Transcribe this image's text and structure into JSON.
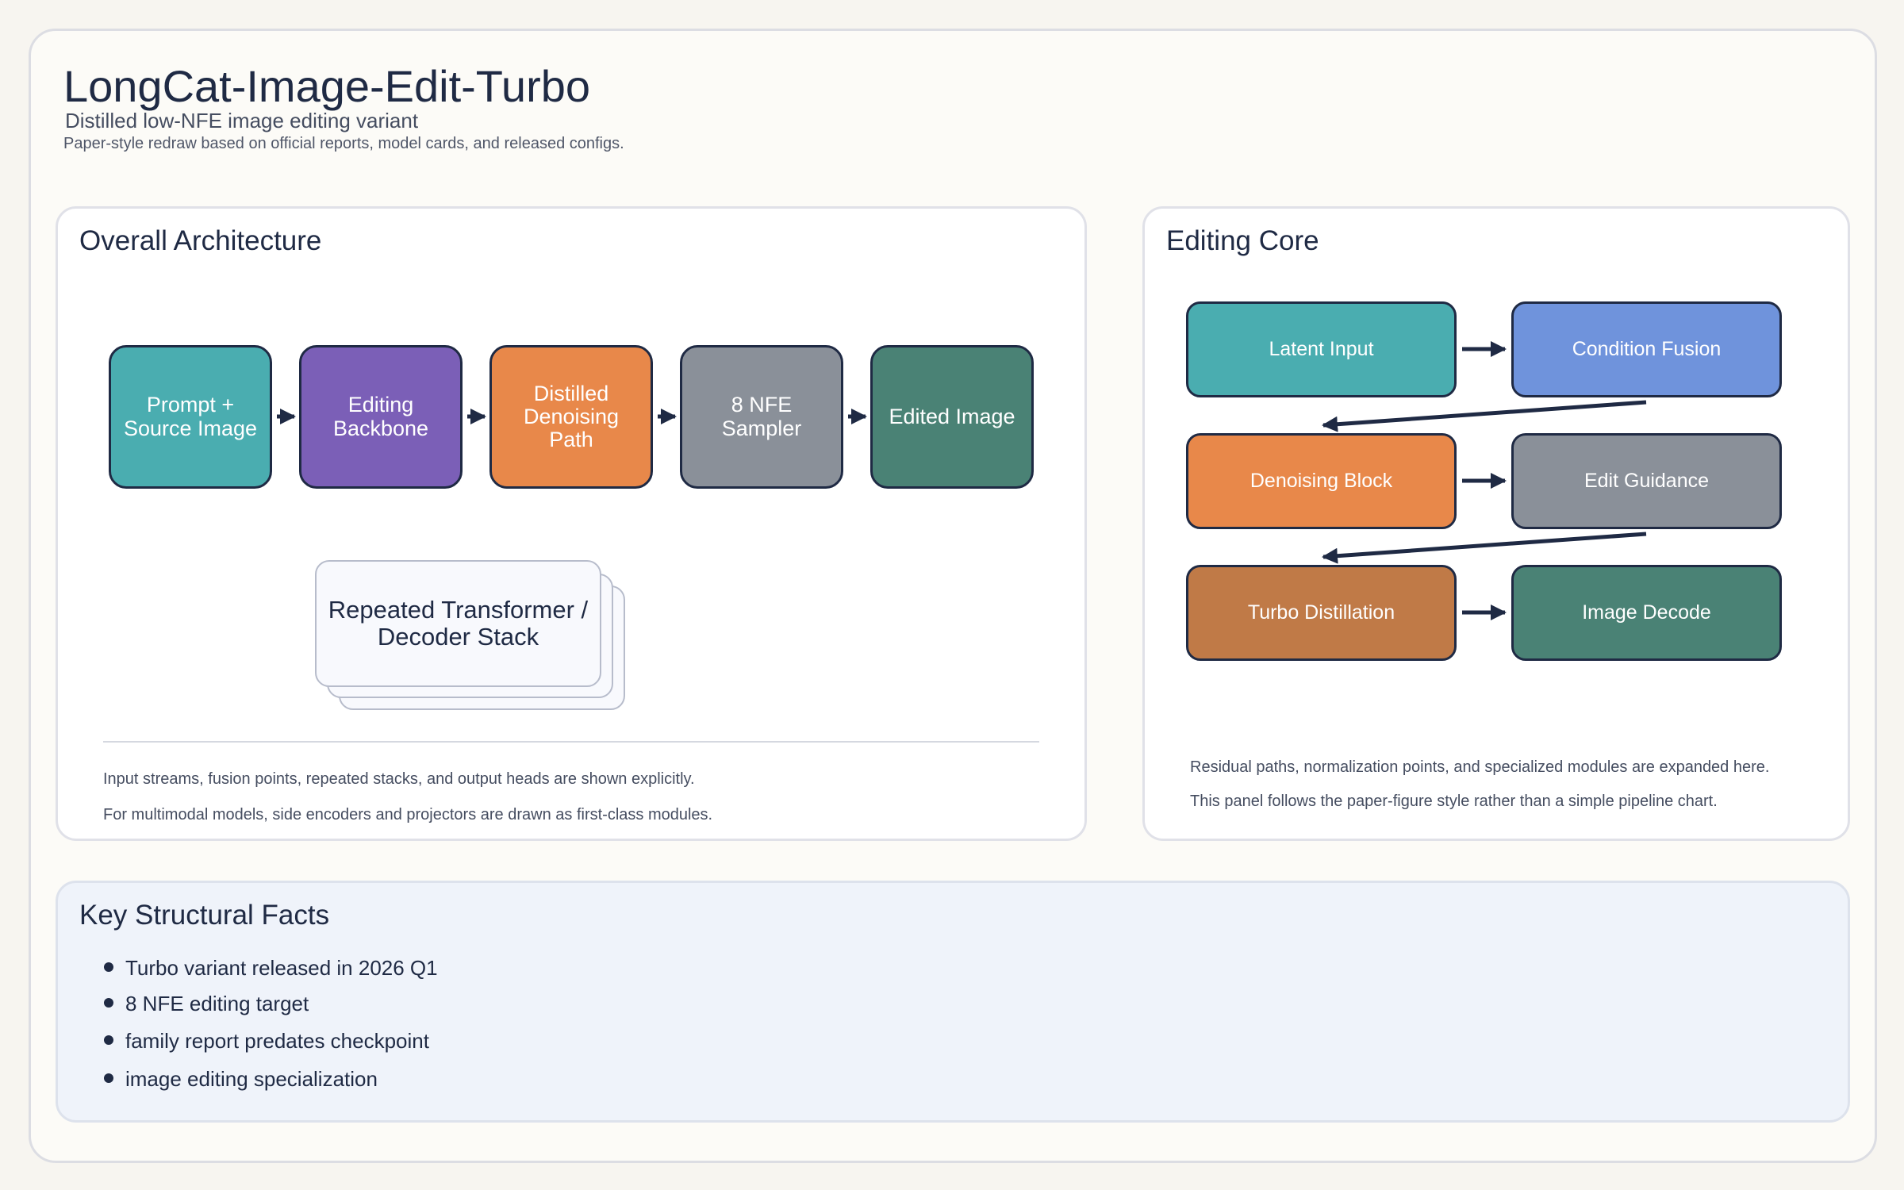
{
  "header": {
    "title": "LongCat-Image-Edit-Turbo",
    "subtitle": "Distilled low-NFE image editing variant",
    "caption": "Paper-style redraw based on official reports, model cards, and released configs."
  },
  "overall": {
    "title": "Overall Architecture",
    "nodes": [
      {
        "label": "Prompt +\nSource Image",
        "color": "#4aadb0"
      },
      {
        "label": "Editing\nBackbone",
        "color": "#7b5fb7"
      },
      {
        "label": "Distilled\nDenoising\nPath",
        "color": "#e8884a"
      },
      {
        "label": "8 NFE\nSampler",
        "color": "#8a9099"
      },
      {
        "label": "Edited Image",
        "color": "#4a8275"
      }
    ],
    "stack_label": "Repeated Transformer /\nDecoder Stack",
    "notes": [
      "Input streams, fusion points, repeated stacks, and output heads are shown explicitly.",
      "For multimodal models, side encoders and projectors are drawn as first-class modules."
    ]
  },
  "core": {
    "title": "Editing Core",
    "nodes": [
      {
        "label": "Latent Input",
        "color": "#4aadb0"
      },
      {
        "label": "Condition Fusion",
        "color": "#6f93dc"
      },
      {
        "label": "Denoising Block",
        "color": "#e8884a"
      },
      {
        "label": "Edit Guidance",
        "color": "#8a9099"
      },
      {
        "label": "Turbo Distillation",
        "color": "#c07a47"
      },
      {
        "label": "Image Decode",
        "color": "#4a8275"
      }
    ],
    "notes": [
      "Residual paths, normalization points, and specialized modules are expanded here.",
      "This panel follows the paper-figure style rather than a simple pipeline chart."
    ]
  },
  "facts": {
    "title": "Key Structural Facts",
    "items": [
      "Turbo variant released in 2026 Q1",
      "8 NFE editing target",
      "family report predates checkpoint",
      "image editing specialization"
    ]
  },
  "colors": {
    "ink": "#1f2a44",
    "card_bg": "#fcfbf7",
    "facts_bg": "#eff3fa"
  }
}
